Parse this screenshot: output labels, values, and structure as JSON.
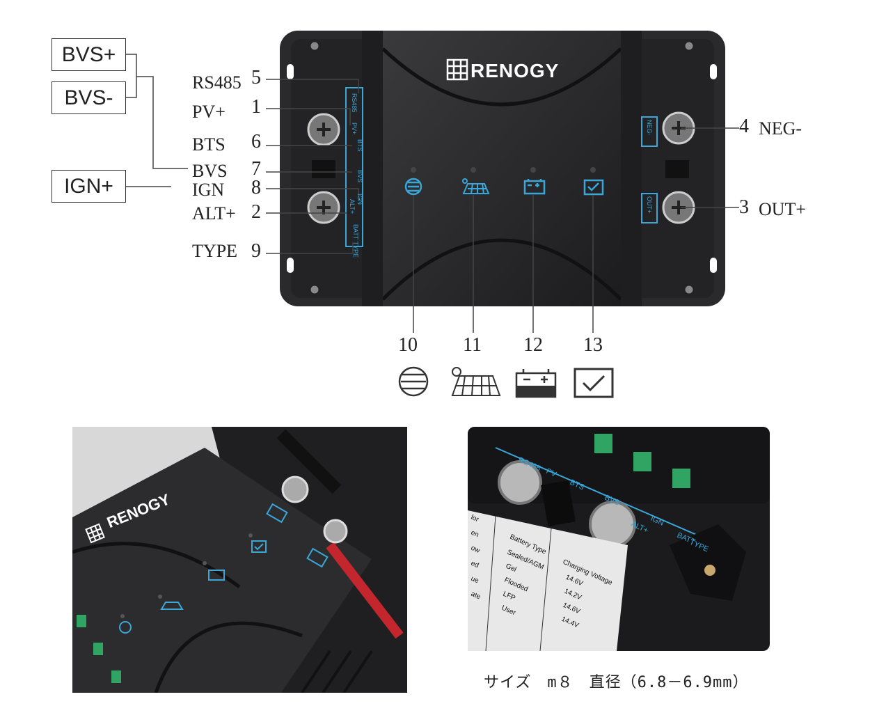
{
  "brand": "RENOGY",
  "left_boxes": {
    "bvs_plus": "BVS+",
    "bvs_minus": "BVS-",
    "ign_plus": "IGN+"
  },
  "left_labels": [
    {
      "label": "RS485",
      "num": "5"
    },
    {
      "label": "PV+",
      "num": "1"
    },
    {
      "label": "BTS",
      "num": "6"
    },
    {
      "label": "BVS",
      "num": "7"
    },
    {
      "label": "IGN",
      "num": "8"
    },
    {
      "label": "ALT+",
      "num": "2"
    },
    {
      "label": "TYPE",
      "num": "9"
    }
  ],
  "right_labels": [
    {
      "num": "4",
      "label": "NEG-"
    },
    {
      "num": "3",
      "label": "OUT+"
    }
  ],
  "terminal_strip": [
    "RS485",
    "PV+",
    "BTS",
    "BVS",
    "IGN",
    "ALT+",
    "BATT TYPE"
  ],
  "right_tags": [
    "NEG-",
    "OUT+"
  ],
  "indicators": [
    {
      "num": "10",
      "icon": "engine-icon"
    },
    {
      "num": "11",
      "icon": "solar-panel-icon"
    },
    {
      "num": "12",
      "icon": "battery-icon"
    },
    {
      "num": "13",
      "icon": "check-icon"
    }
  ],
  "bottom_right_strip": [
    "RS485",
    "PV",
    "BTS",
    "BVS",
    "IGN",
    "ALT+",
    "BATT",
    "TYPE"
  ],
  "battery_table": {
    "left_col": [
      "lor",
      "en",
      "ow",
      "ed",
      "ue",
      "ate"
    ],
    "headers": [
      "Battery Type",
      "Charging Voltage"
    ],
    "rows": [
      [
        "Sealed/AGM",
        "14.6V"
      ],
      [
        "Gel",
        "14.2V"
      ],
      [
        "Flooded",
        "14.6V"
      ],
      [
        "LFP",
        "14.4V"
      ],
      [
        "User",
        ""
      ]
    ]
  },
  "caption": "サイズ　m８　直径（6.8－6.9mm）",
  "colors": {
    "device": "#2b2b2e",
    "accent": "#3aa7d8",
    "cable": "#c4262e"
  }
}
